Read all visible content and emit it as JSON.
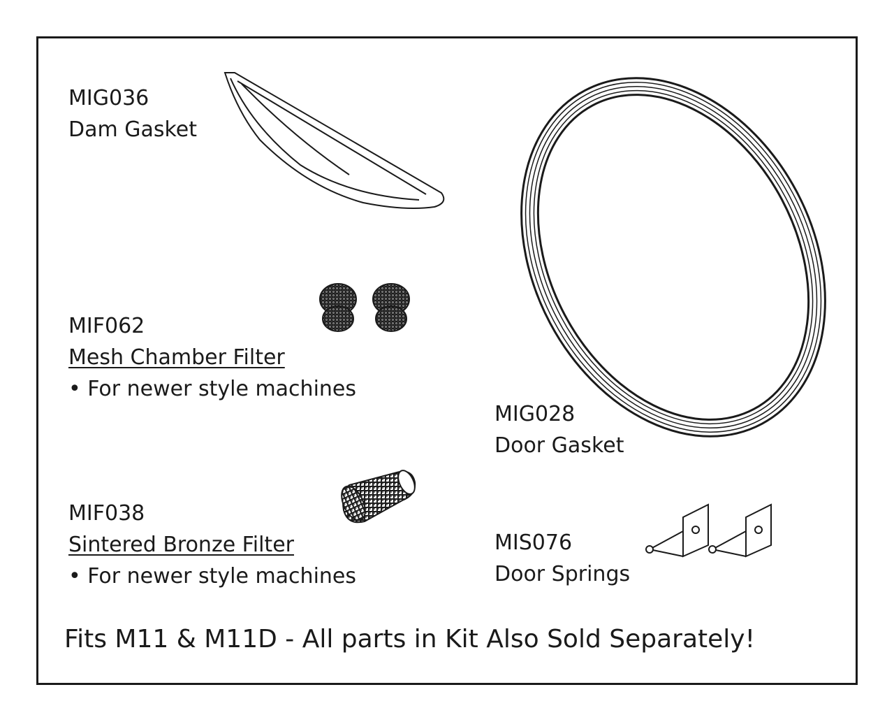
{
  "parts": [
    {
      "code": "MIG036",
      "name": "Dam Gasket"
    },
    {
      "code": "MIF062",
      "name": "Mesh Chamber Filter",
      "note": "• For newer style machines"
    },
    {
      "code": "MIF038",
      "name": "Sintered Bronze Filter",
      "note": "• For newer style machines"
    },
    {
      "code": "MIG028",
      "name": "Door Gasket"
    },
    {
      "code": "MIS076",
      "name": "Door Springs"
    }
  ],
  "footer": "Fits M11 & M11D - All parts in Kit Also Sold Separately!",
  "illustrations": [
    "dam-gasket",
    "mesh-chamber-filter",
    "sintered-bronze-filter",
    "door-gasket-ring",
    "door-springs"
  ],
  "colors": {
    "ink": "#1a1a1a",
    "background": "#ffffff"
  }
}
